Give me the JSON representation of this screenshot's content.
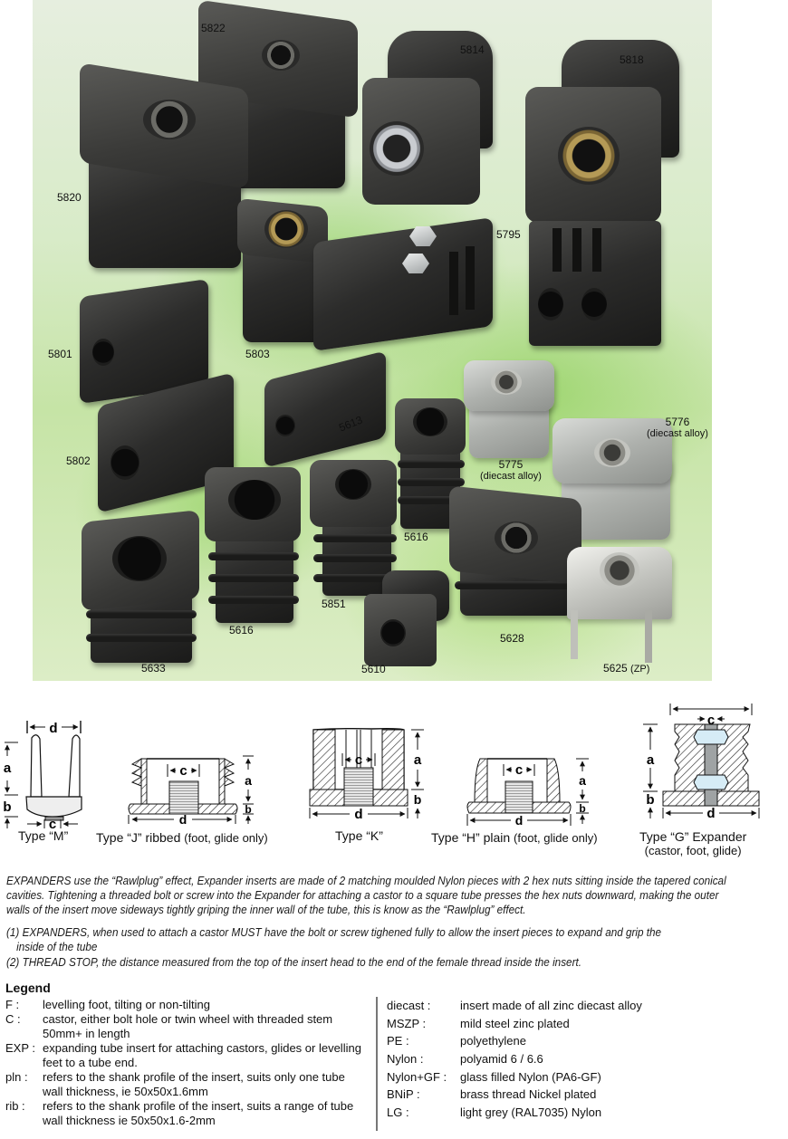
{
  "photo": {
    "parts": [
      {
        "id": "5822",
        "label": "5822"
      },
      {
        "id": "5814",
        "label": "5814"
      },
      {
        "id": "5818",
        "label": "5818"
      },
      {
        "id": "5820",
        "label": "5820"
      },
      {
        "id": "5795",
        "label": "5795"
      },
      {
        "id": "5801",
        "label": "5801"
      },
      {
        "id": "5803",
        "label": "5803"
      },
      {
        "id": "5613",
        "label": "5613"
      },
      {
        "id": "5802",
        "label": "5802"
      },
      {
        "id": "5775",
        "label": "5775",
        "note": "(diecast alloy)"
      },
      {
        "id": "5776",
        "label": "5776",
        "note": "(diecast alloy)"
      },
      {
        "id": "5616a",
        "label": "5616"
      },
      {
        "id": "5616b",
        "label": "5616"
      },
      {
        "id": "5851",
        "label": "5851"
      },
      {
        "id": "5633",
        "label": "5633"
      },
      {
        "id": "5610",
        "label": "5610"
      },
      {
        "id": "5628",
        "label": "5628"
      },
      {
        "id": "5625",
        "label": "5625",
        "note": "(ZP)"
      }
    ],
    "colors": {
      "background": "#d8ebc8",
      "accent_green": "#9ed56a",
      "plastic": "#2c2c2b",
      "alloy": "#aeb1ad"
    }
  },
  "diagrams": [
    {
      "id": "M",
      "caption": "Type “M”",
      "dims": [
        "a",
        "b",
        "c",
        "d"
      ]
    },
    {
      "id": "J",
      "caption": "Type “J” ribbed",
      "caption_suffix": "(foot, glide only)",
      "dims": [
        "a",
        "b",
        "c",
        "d"
      ]
    },
    {
      "id": "K",
      "caption": "Type “K”",
      "dims": [
        "a",
        "b",
        "c",
        "d"
      ]
    },
    {
      "id": "H",
      "caption": "Type “H” plain",
      "caption_suffix": "(foot, glide only)",
      "dims": [
        "a",
        "b",
        "c",
        "d"
      ]
    },
    {
      "id": "G",
      "caption": "Type “G” Expander",
      "caption_line2": "(castor, foot, glide)",
      "dims": [
        "a",
        "b",
        "c",
        "d"
      ]
    }
  ],
  "description": "EXPANDERS use the “Rawlplug” effect, Expander inserts are made of 2 matching moulded Nylon pieces with 2 hex nuts sitting inside the tapered conical cavities. Tightening a threaded bolt or screw into the Expander for attaching a castor to a square tube presses the hex nuts downward, making the outer walls of the insert move sideways tightly griping the inner wall of the tube, this is know as the “Rawlplug” effect.",
  "notes": [
    {
      "line1": "(1) EXPANDERS, when used to attach a castor MUST have the bolt or screw tighened fully to allow the insert pieces to expand and grip the",
      "line2": "inside of the tube"
    },
    {
      "line1": "(2) THREAD STOP, the distance measured from the top of the insert head to the end of the female thread inside the insert."
    }
  ],
  "legend": {
    "title": "Legend",
    "left": [
      {
        "key": "F :",
        "value": "levelling foot, tilting or non-tilting"
      },
      {
        "key": "C :",
        "value": "castor, either bolt hole or twin wheel with threaded stem 50mm+ in length"
      },
      {
        "key": "EXP :",
        "value": "expanding tube insert for attaching castors, glides or levelling feet to a tube end."
      },
      {
        "key": "pln :",
        "value": "refers to the shank profile of the insert, suits only one tube wall thickness, ie 50x50x1.6mm"
      },
      {
        "key": "rib :",
        "value": "refers to the shank profile of the insert, suits a range of tube wall thickness ie 50x50x1.6-2mm"
      }
    ],
    "right": [
      {
        "key": "diecast :",
        "value": "insert made of all zinc diecast alloy"
      },
      {
        "key": "MSZP :",
        "value": "mild steel zinc plated"
      },
      {
        "key": "PE :",
        "value": "polyethylene"
      },
      {
        "key": "Nylon :",
        "value": "polyamid 6 / 6.6"
      },
      {
        "key": "Nylon+GF :",
        "value": "glass filled Nylon (PA6-GF)"
      },
      {
        "key": "BNiP :",
        "value": "brass thread Nickel plated"
      },
      {
        "key": "LG :",
        "value": "light grey (RAL7035) Nylon"
      }
    ]
  }
}
